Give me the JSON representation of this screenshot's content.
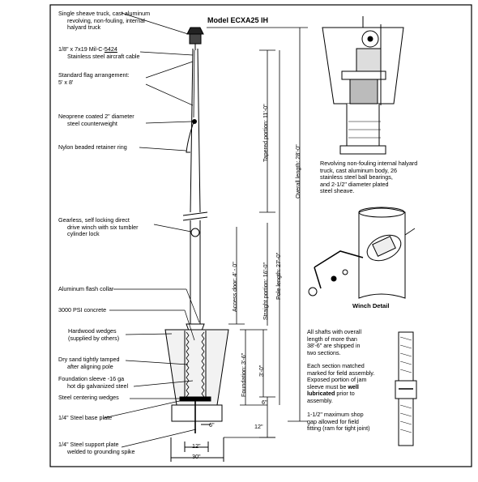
{
  "title": "Model  ECXA25 IH",
  "left_labels": {
    "truck": [
      "Single sheave truck, cast aluminum",
      "revolving, non-fouling, internal",
      "halyard truck"
    ],
    "cable_a": "1/8\" x 7x19 Mil-C-",
    "cable_b": "5424",
    "cable_c": "Stainless steel aircraft cable",
    "flag": [
      "Standard flag arrangement:",
      "5' x 8'"
    ],
    "counterweight": [
      "Neoprene coated 2\" diameter",
      "steel counterweight"
    ],
    "retainer": "Nylon beaded retainer ring",
    "winch": [
      "Gearless, self locking direct",
      "drive winch with six tumbler",
      "cylinder lock"
    ],
    "collar": "Aluminum flash collar",
    "concrete": "3000 PSI concrete",
    "wedges": [
      "Hardwood wedges",
      "(supplied by others)"
    ],
    "sand": [
      "Dry sand tightly tamped",
      "after aligning pole"
    ],
    "sleeve": [
      "Foundation sleeve -16 ga",
      "hot dip galvanized steel"
    ],
    "centering": "Steel centering wedges",
    "base_plate": "1/4\" Steel base plate",
    "support_plate": [
      "1/4\" Steel support plate",
      "welded to grounding spike"
    ]
  },
  "dimensions": {
    "tapered": "Tapered portion:  11'-0\"",
    "overall": "Overall length:  28'-0\"",
    "access": "Access door:  4' - 0\"",
    "straight": "Straight portion:  16'-0\"",
    "pole_length": "Pole length:  27'-0\"",
    "foundation": "Foundation:  3'-6\"",
    "three_ft": "3'-0\"",
    "six_in_a": "6\"",
    "six_in_b": "6\"",
    "twelve_a": "12\"",
    "twelve_b": "12\"",
    "thirty": "30\""
  },
  "right_notes": {
    "truck_desc": [
      "Revolving non-fouling internal halyard",
      "truck, cast aluminum body, 26",
      "stainless steel ball bearings,",
      "and  2-1/2\" diameter plated",
      "steel sheave."
    ],
    "winch_title": "Winch Detail",
    "shafts": [
      "All shafts with overall",
      "length of more than",
      "38'-6\" are shipped in",
      "two sections."
    ],
    "section": [
      "Each section matched",
      "marked for field assembly.",
      "Exposed portion of jam",
      "sleeve must be"
    ],
    "section_bold_1": "well",
    "section_bold_2": "lubricated",
    "section_tail": [
      "prior to",
      "assembly."
    ],
    "gap": [
      "1-1/2\" maximum shop",
      "gap allowed for field",
      "fitting (ram for tight joint)"
    ]
  }
}
